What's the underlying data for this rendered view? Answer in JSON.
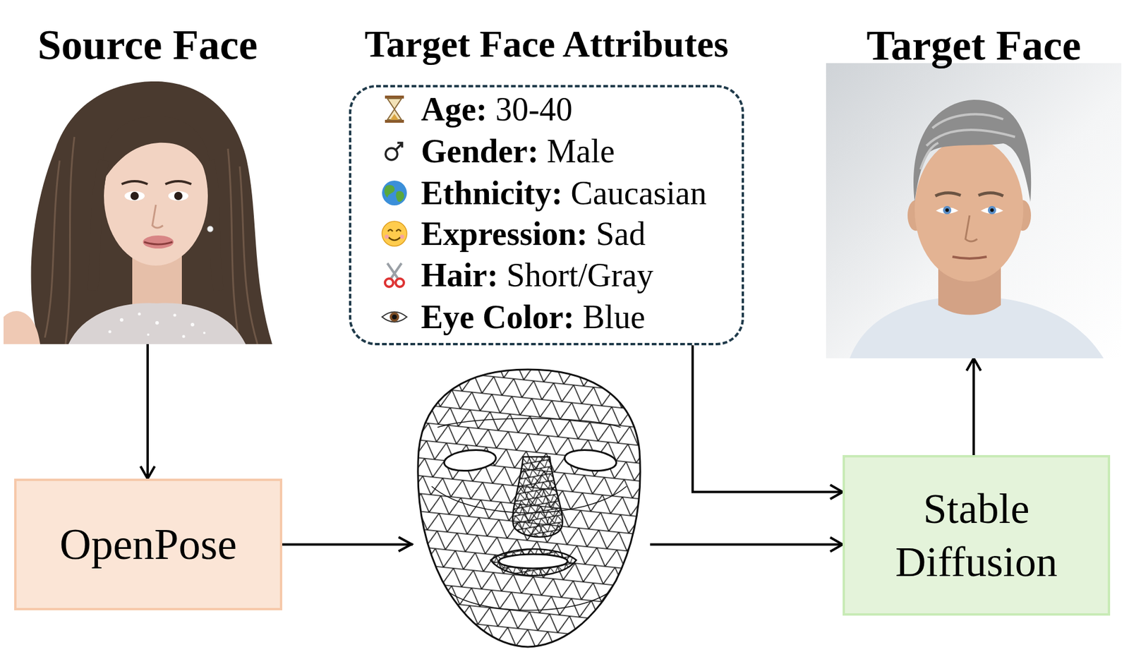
{
  "diagram": {
    "nodes": [
      {
        "text": [
          "Source Face"
        ]
      },
      {
        "text": [
          "Target Face Attributes",
          "Age:",
          "30-40",
          "Gender:",
          "Male",
          "Ethnicity:",
          "Caucasian",
          "Expression:",
          "Sad",
          "Hair:",
          "Short/Gray",
          "Eye Color:",
          "Blue"
        ]
      },
      {
        "text": [
          "Target Face"
        ]
      },
      {
        "text": [
          "OpenPose"
        ]
      },
      {
        "text": [
          "Stable Diffusion"
        ]
      }
    ],
    "edges": [
      {
        "from": 0,
        "to": 3,
        "arrow": "to"
      },
      {
        "from": 3,
        "to": 4,
        "arrow": "to"
      },
      {
        "from": 1,
        "to": 4,
        "arrow": "to"
      },
      {
        "from": 4,
        "to": 2,
        "arrow": "to"
      }
    ]
  }
}
